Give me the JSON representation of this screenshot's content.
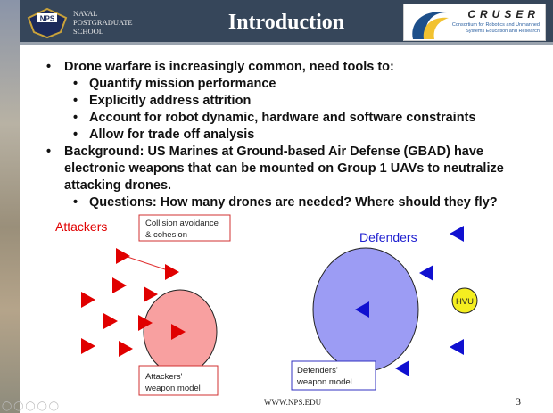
{
  "header": {
    "title": "Introduction",
    "nps_lines": [
      "NAVAL",
      "POSTGRADUATE",
      "SCHOOL"
    ],
    "nps_logo_text": "NPS",
    "cruser_name": "CRUSER",
    "cruser_sub": "Consortium for Robotics and Unmanned Systems Education and Research"
  },
  "bullets": [
    {
      "level": 1,
      "text": "Drone warfare is increasingly common, need tools to:"
    },
    {
      "level": 2,
      "text": "Quantify mission performance"
    },
    {
      "level": 2,
      "text": "Explicitly address attrition"
    },
    {
      "level": 2,
      "text": "Account for robot dynamic, hardware and software constraints"
    },
    {
      "level": 2,
      "text": "Allow for trade off analysis"
    },
    {
      "level": 1,
      "text": "Background: US Marines at Ground-based Air Defense (GBAD) have electronic weapons that can be mounted on Group 1 UAVs to neutralize attacking drones."
    },
    {
      "level": 2,
      "text": "Questions: How many drones are needed? Where should they fly?"
    }
  ],
  "diagram": {
    "attackers_label": "Attackers",
    "defenders_label": "Defenders",
    "collision_line1": "Collision avoidance",
    "collision_line2": "& cohesion",
    "att_weapon_line1": "Attackers'",
    "att_weapon_line2": "weapon model",
    "def_weapon_line1": "Defenders'",
    "def_weapon_line2": "weapon model",
    "hvu": "HVU",
    "red": "#e00000",
    "blue": "#1010d0",
    "hvu_color": "#f0f000"
  },
  "footer": {
    "url": "WWW.NPS.EDU",
    "page": "3"
  }
}
